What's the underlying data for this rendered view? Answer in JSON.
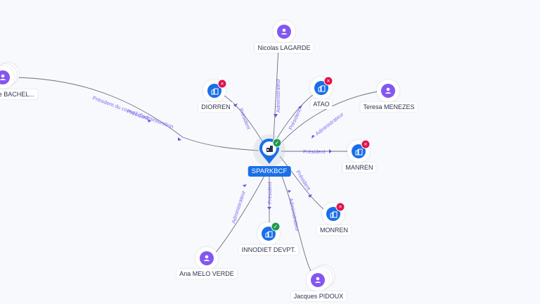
{
  "colors": {
    "person": "#8457f0",
    "company": "#1a6fe8",
    "closed_badge": "#e0134b",
    "active_badge": "#1f9a4e",
    "edge_label": "#7c6cf0"
  },
  "center": {
    "label": "SPARKBCF",
    "type": "company",
    "status": "active",
    "icon": "company-building-icon"
  },
  "nodes": [
    {
      "id": "nicolas",
      "label": "Nicolas LAGARDE",
      "type": "person",
      "icon": "person-icon"
    },
    {
      "id": "diorren",
      "label": "DIORREN",
      "type": "company",
      "status": "closed",
      "icon": "company-building-icon"
    },
    {
      "id": "atao",
      "label": "ATAO",
      "type": "company",
      "status": "closed",
      "icon": "company-building-icon"
    },
    {
      "id": "teresa",
      "label": "Teresa MENEZES",
      "type": "person",
      "icon": "person-icon"
    },
    {
      "id": "manren",
      "label": "MANREN",
      "type": "company",
      "status": "closed",
      "icon": "company-building-icon"
    },
    {
      "id": "monren",
      "label": "MONREN",
      "type": "company",
      "status": "closed",
      "icon": "company-building-icon"
    },
    {
      "id": "innodiet",
      "label": "INNODIET DEVPT.",
      "type": "company",
      "status": "active",
      "icon": "company-building-icon"
    },
    {
      "id": "ana",
      "label": "Ana MELO VERDE",
      "type": "person",
      "icon": "person-icon"
    },
    {
      "id": "jacques",
      "label": "Jacques PIDOUX",
      "type": "person",
      "stacked": true,
      "icon": "person-icon"
    },
    {
      "id": "bachel",
      "label": "te BACHEL...",
      "type": "person",
      "stacked": true,
      "icon": "person-icon"
    }
  ],
  "edges": [
    {
      "to": "nicolas",
      "label": "Administrateur"
    },
    {
      "to": "diorren",
      "label": "Président"
    },
    {
      "to": "atao",
      "label": "Président"
    },
    {
      "to": "teresa",
      "label": "Administrateur"
    },
    {
      "to": "manren",
      "label": "Président"
    },
    {
      "to": "monren",
      "label": "Président"
    },
    {
      "to": "innodiet",
      "label": "Président"
    },
    {
      "to": "ana",
      "label": "Administrateur"
    },
    {
      "to": "jacques",
      "label": "Administrateur"
    },
    {
      "to": "bachel",
      "label": "Président"
    },
    {
      "to": "bachel",
      "label": "Président du conseil d'administration"
    }
  ]
}
